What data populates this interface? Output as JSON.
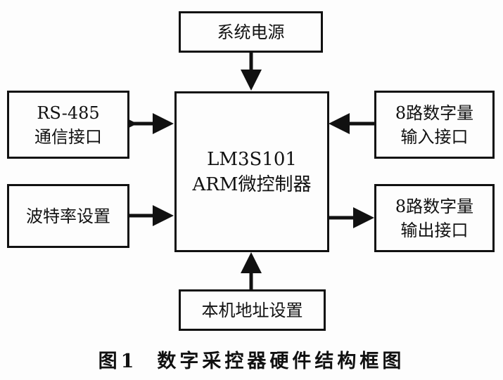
{
  "blocks": {
    "power": {
      "label": "系统电源"
    },
    "mcu": {
      "line1": "LM3S101",
      "line2": "ARM微控制器"
    },
    "rs485": {
      "line1": "RS-485",
      "line2": "通信接口"
    },
    "baud": {
      "label": "波特率设置"
    },
    "digital_in": {
      "line1": "8路数字量",
      "line2": "输入接口"
    },
    "digital_out": {
      "line1": "8路数字量",
      "line2": "输出接口"
    },
    "address": {
      "label": "本机地址设置"
    }
  },
  "caption": {
    "number": "图1",
    "title": "数字采控器硬件结构框图"
  }
}
